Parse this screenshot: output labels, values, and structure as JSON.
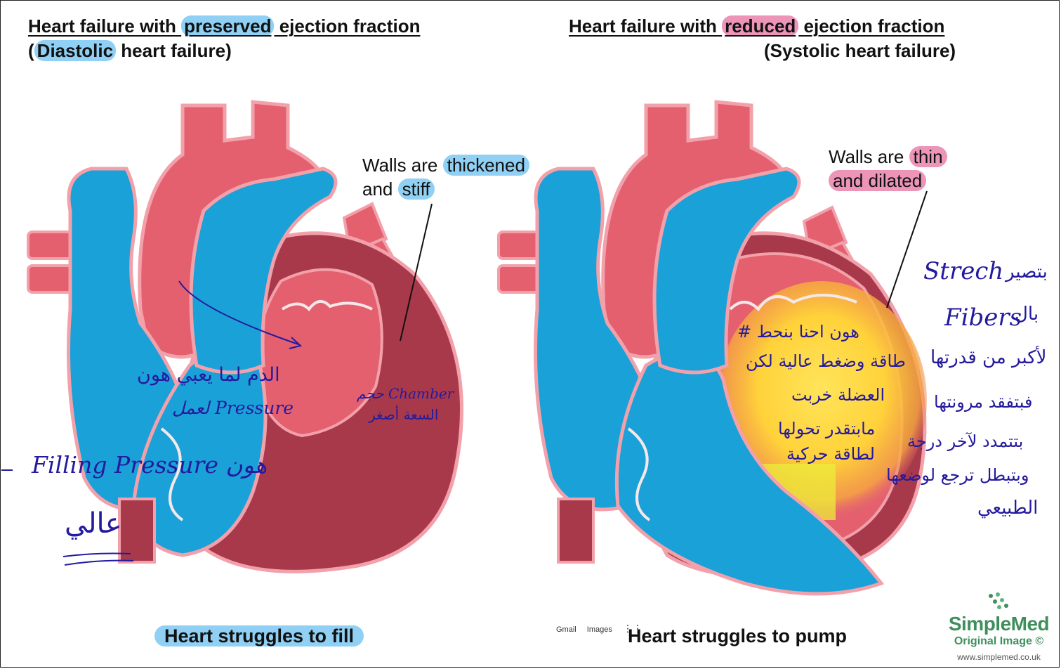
{
  "colors": {
    "blue_highlight": "#8fd0f4",
    "pink_highlight": "#ec95b7",
    "atrium_blue": "#1aa1d8",
    "heart_red": "#e4606f",
    "muscle_dark": "#a8394b",
    "ink": "#241a9e",
    "brand_green": "#3f8f5c"
  },
  "left": {
    "title_pre": "Heart failure with ",
    "title_hl": "preserved",
    "title_post": " ejection fraction",
    "subtitle_open": "(",
    "subtitle_hl": "Diastolic",
    "subtitle_post": " heart failure)",
    "walls_l1_pre": "Walls are ",
    "walls_l1_hl": "thickened",
    "walls_l2_pre": "and ",
    "walls_l2_hl": "stiff",
    "caption": "Heart struggles to fill"
  },
  "right": {
    "title_pre": "Heart failure with ",
    "title_hl": "reduced",
    "title_post": " ejection fraction",
    "subtitle": "(Systolic heart failure)",
    "walls_l1_pre": "Walls are ",
    "walls_l1_hl": "thin",
    "walls_l2": "and dilated",
    "caption": "Heart struggles to pump"
  },
  "annotations": {
    "left_note1": "الدم لما يعبي هون",
    "left_note2": "لعمل Pressure",
    "left_chamber": "حجم Chamber",
    "left_chamber2": "السعة أصغر",
    "left_filling": "Filling Pressure هون",
    "left_high": "عالي",
    "right_strech": "Strech",
    "right_fibers": "Fibers",
    "right_side1": "بتصير",
    "right_side2": "بال",
    "right_side3": "لأكبر من قدرتها",
    "right_side4": "فبتفقد مرونتها",
    "right_side5": "بتتمدد لآخر درجة",
    "right_side6": "وبتبطل ترجع لوضعها",
    "right_side7": "الطبيعي",
    "right_c1": "هون احنا بنحط #",
    "right_c2": "طاقة وضغط عالية لكن",
    "right_c3": "العضلة خربت",
    "right_c4": "مابتقدر تحولها",
    "right_c5": "لطاقة حركية"
  },
  "toolbar": {
    "gmail": "Gmail",
    "images": "Images",
    "apps_icon": "grid-icon"
  },
  "brand": {
    "name": "SimpleMed",
    "subtitle": "Original Image ©",
    "url": "www.simplemed.co.uk"
  }
}
